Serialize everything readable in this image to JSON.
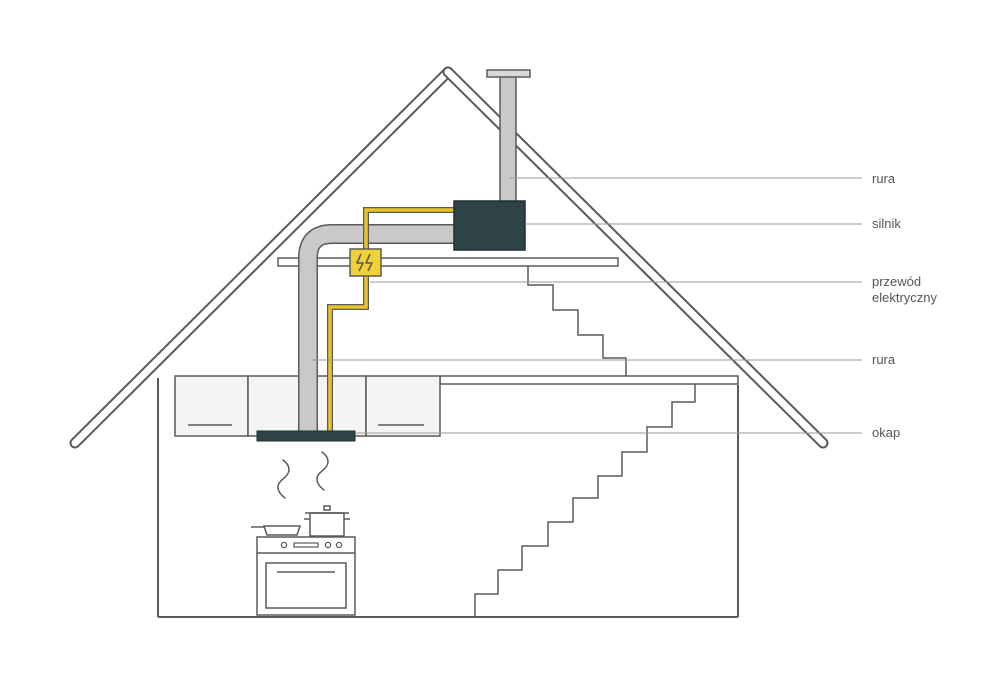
{
  "labels": {
    "rura_top": "rura",
    "silnik": "silnik",
    "przewod_line1": "przewód",
    "przewod_line2": "elektryczny",
    "rura_mid": "rura",
    "okap": "okap"
  },
  "icons": {
    "junction_box": "lightning-bolt-icon"
  },
  "colors": {
    "outline": "#5a5a5a",
    "pipe": "#c9c9c9",
    "motor": "#2f4447",
    "hood": "#2f4447",
    "wire": "#e8c42a",
    "junction_box": "#f0d236",
    "leader": "#9a9a9a",
    "cabinet_fill": "#f4f4f4"
  }
}
